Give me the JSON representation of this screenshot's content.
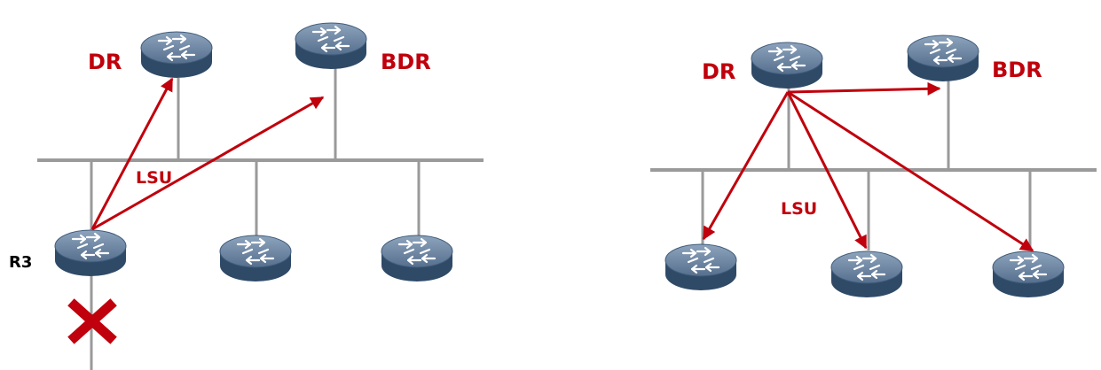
{
  "colors": {
    "arrow": "#c0000c",
    "label_red": "#c0000c",
    "label_black": "#000000",
    "segment": "#9a9a9a",
    "router_top": "#6e87a3",
    "router_side": "#2f4a67",
    "fail_mark": "#c0000c"
  },
  "icons": [
    "router-icon",
    "failure-x-icon"
  ],
  "left": {
    "dr_label": "DR",
    "bdr_label": "BDR",
    "lsu_label": "LSU",
    "r3_label": "R3"
  },
  "right": {
    "dr_label": "DR",
    "bdr_label": "BDR",
    "lsu_label": "LSU"
  }
}
